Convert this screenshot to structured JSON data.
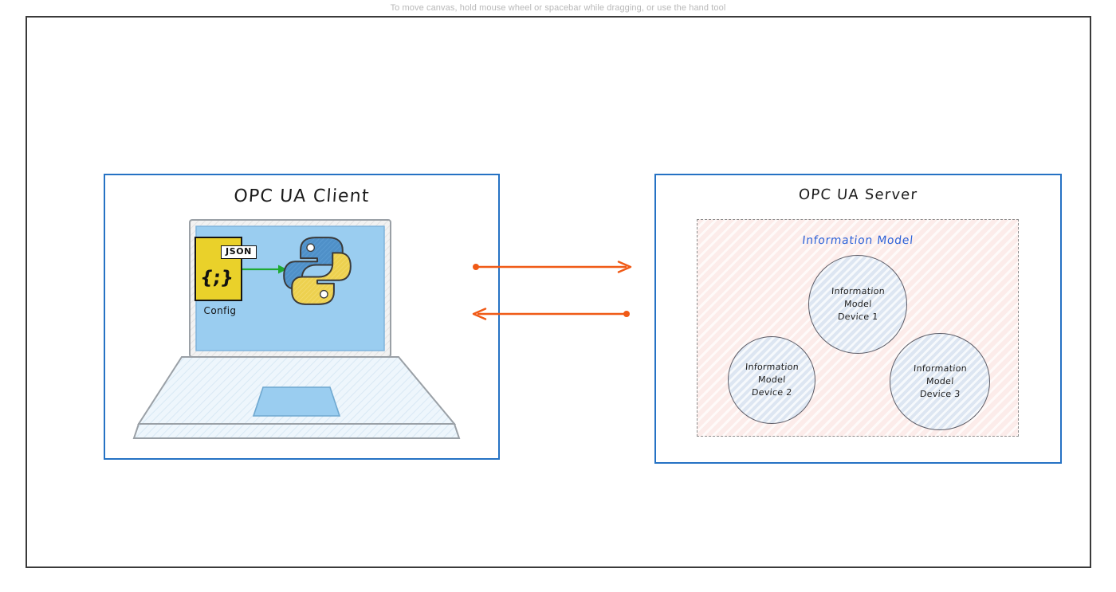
{
  "canvas": {
    "hint": "To move canvas, hold mouse wheel or spacebar while dragging, or use the hand tool",
    "frame_border_color": "#3a3a3a",
    "background": "#ffffff"
  },
  "client": {
    "title": "OPC UA Client",
    "border_color": "#2572c4",
    "laptop": {
      "screen_color": "#9acdf0",
      "body_color": "#eaf4fb",
      "trackpad_color": "#9acdf0"
    },
    "json_file": {
      "badge": "JSON",
      "braces": "{;}",
      "caption": "Config",
      "fill_color": "#ead12a",
      "stroke_color": "#141414"
    },
    "python_logo": {
      "name": "python-logo",
      "top_color": "#4f90c8",
      "bottom_color": "#edd14f"
    },
    "internal_arrow": {
      "name": "config-to-python-arrow",
      "color": "#1faa33",
      "direction": "right"
    }
  },
  "server": {
    "title": "OPC UA Server",
    "border_color": "#2572c4",
    "information_model": {
      "label": "Information Model",
      "label_color": "#2d62d8",
      "fill_color": "#fcecea",
      "border_color": "#8c8c8c",
      "border_style": "dashed"
    },
    "devices": [
      {
        "line1": "Information",
        "line2": "Model",
        "line3": "Device 1"
      },
      {
        "line1": "Information",
        "line2": "Model",
        "line3": "Device 2"
      },
      {
        "line1": "Information",
        "line2": "Model",
        "line3": "Device 3"
      }
    ],
    "device_fill_color": "#dde6f2",
    "device_stroke_color": "#5c5c66"
  },
  "links": [
    {
      "name": "client-to-server-arrow",
      "direction": "right",
      "color": "#f05a16"
    },
    {
      "name": "server-to-client-arrow",
      "direction": "left",
      "color": "#f05a16"
    }
  ]
}
